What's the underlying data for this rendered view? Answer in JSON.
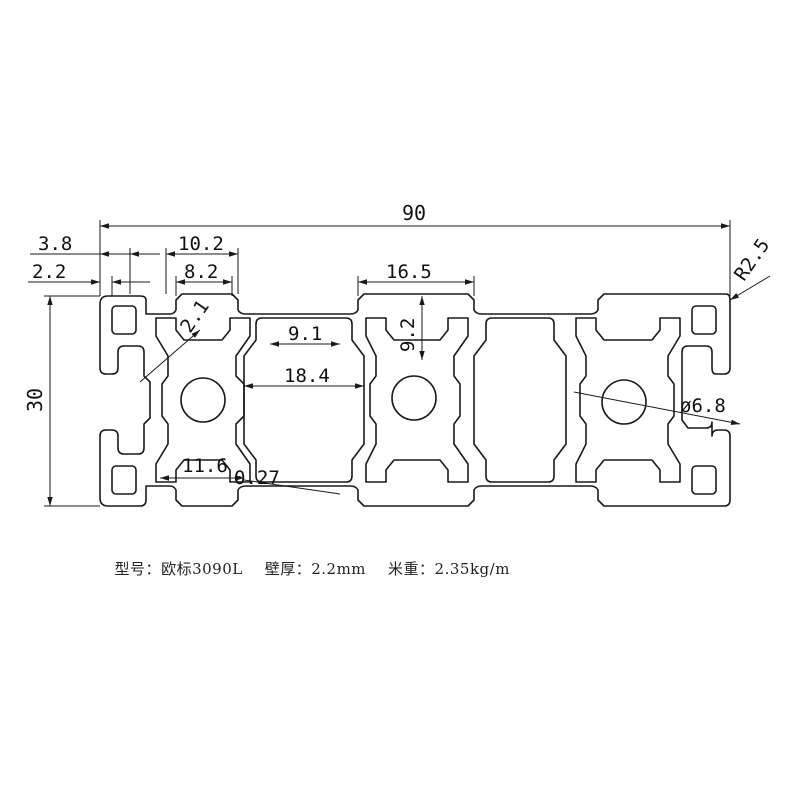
{
  "dimensions": {
    "overall_width": "90",
    "height": "30",
    "slot_outer": "3.8",
    "wall_edge": "2.2",
    "slot_width": "10.2",
    "slot_opening": "8.2",
    "lip_thickness": "2.1",
    "center_slot": "16.5",
    "corner_radius": "R2.5",
    "cavity_depth": "9.2",
    "cavity_top": "9.1",
    "cavity_width": "18.4",
    "bore_diameter": "ø6.8",
    "inner_width": "11.6",
    "angle_dim": "0.27"
  },
  "spec": {
    "model_label": "型号：",
    "model_value": "欧标3090L",
    "wall_label": "壁厚：",
    "wall_value": "2.2mm",
    "weight_label": "米重：",
    "weight_value": "2.35kg/m"
  },
  "colors": {
    "line": "#1a1a1a",
    "background": "#ffffff"
  }
}
